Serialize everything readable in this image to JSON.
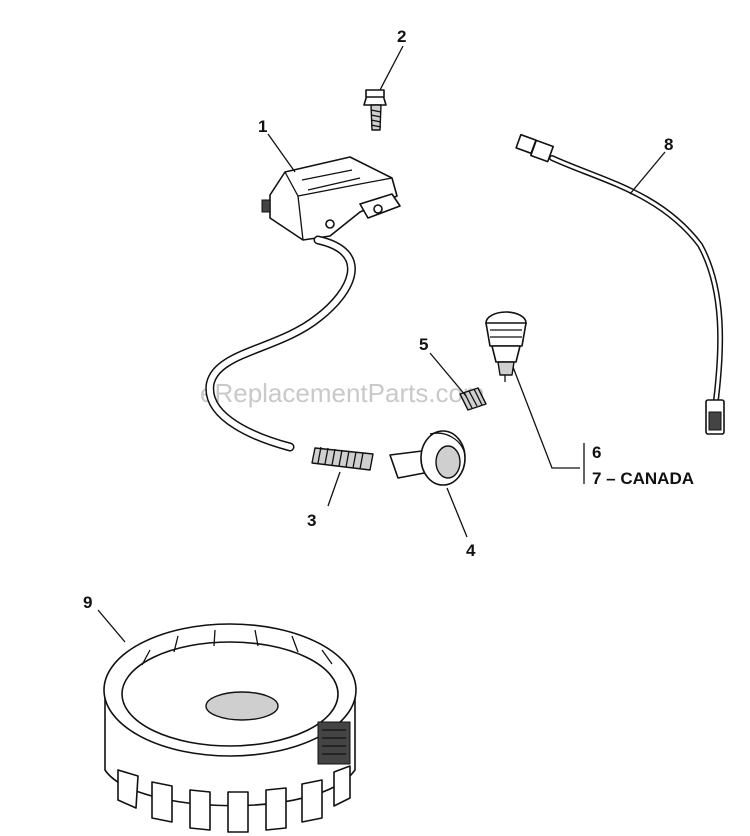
{
  "watermark": "eReplacementParts.com",
  "callouts": {
    "c1": "1",
    "c2": "2",
    "c3": "3",
    "c4": "4",
    "c5": "5",
    "c6": "6",
    "c7": "7 – CANADA",
    "c8": "8",
    "c9": "9"
  },
  "parts": [
    {
      "number": "1",
      "icon": "ignition-coil-icon"
    },
    {
      "number": "2",
      "icon": "screw-icon"
    },
    {
      "number": "3",
      "icon": "spring-icon"
    },
    {
      "number": "4",
      "icon": "spark-plug-boot-icon"
    },
    {
      "number": "5",
      "icon": "small-spring-icon"
    },
    {
      "number": "6",
      "icon": "spark-plug-icon"
    },
    {
      "number": "8",
      "icon": "wire-lead-icon"
    },
    {
      "number": "9",
      "icon": "flywheel-icon"
    }
  ]
}
